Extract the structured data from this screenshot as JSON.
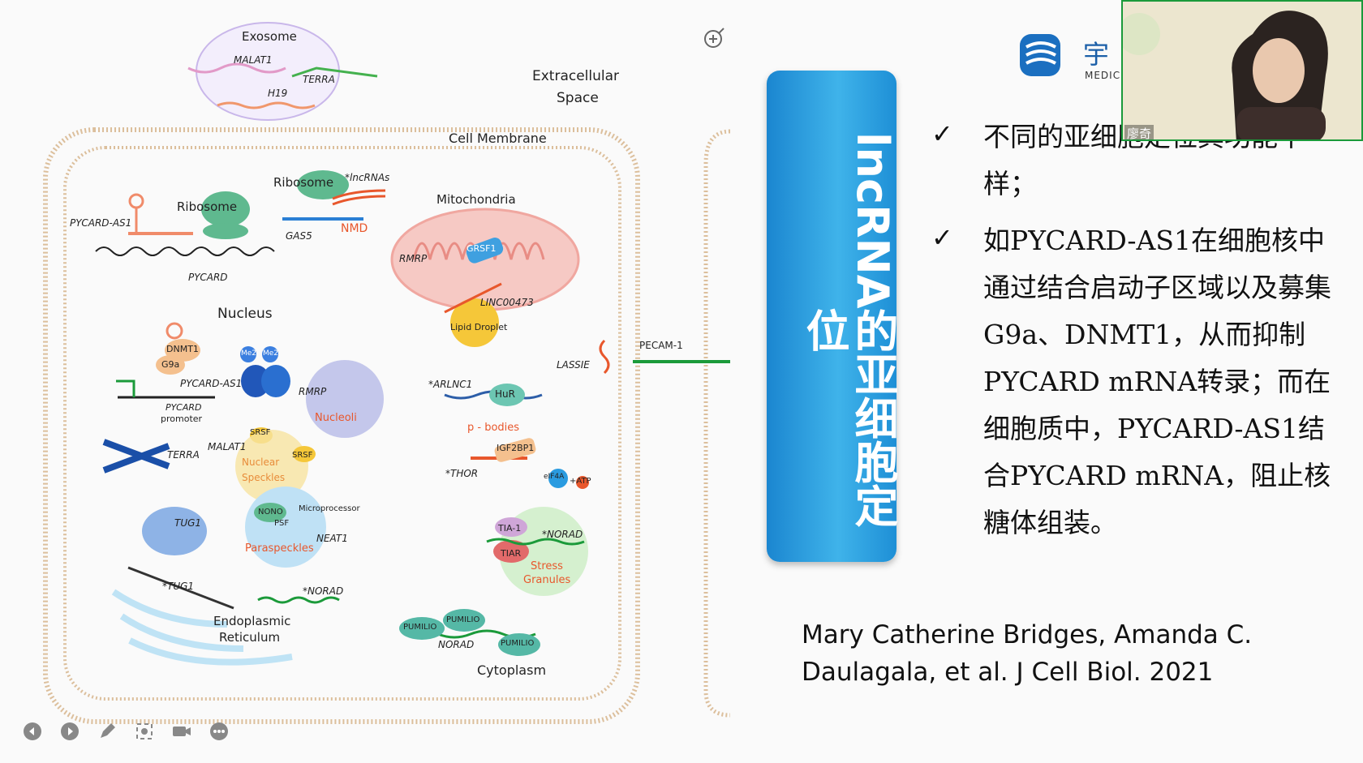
{
  "figure": {
    "exosome": "Exosome",
    "malat1_exo": "MALAT1",
    "terra_exo": "TERRA",
    "h19": "H19",
    "extracellular": "Extracellular",
    "space": "Space",
    "cell_membrane": "Cell Membrane",
    "ribosome_left": "Ribosome",
    "pycard_as1": "PYCARD-AS1",
    "pycard": "PYCARD",
    "ribosome_top": "Ribosome",
    "lncrnas": "*lncRNAs",
    "gas5": "GAS5",
    "nmd": "NMD",
    "mitochondria": "Mitochondria",
    "rmrp_mito": "RMRP",
    "grsf1": "GRSF1",
    "linc00473": "LINC00473",
    "lipid_droplet": "Lipid Droplet",
    "nucleus": "Nucleus",
    "dnmt1": "DNMT1",
    "g9a": "G9a",
    "me2a": "Me2",
    "me2b": "Me2",
    "pycard_as1_nuc": "PYCARD-AS1",
    "pycard_promoter_1": "PYCARD",
    "pycard_promoter_2": "promoter",
    "rmrp_nuc": "RMRP",
    "nucleoli": "Nucleoli",
    "pecam1": "PECAM-1",
    "lassie": "LASSIE",
    "arlnc1": "*ARLNC1",
    "hur": "HuR",
    "p_bodies": "p - bodies",
    "srsf1": "SRSF",
    "malat1_nuc": "MALAT1",
    "srsf2": "SRSF",
    "nuclear": "Nuclear",
    "speckles": "Speckles",
    "terra_nuc": "TERRA",
    "thor": "*THOR",
    "igf2bp1": "IGF2BP1",
    "eif4a": "eIF4A",
    "atp": "+ATP",
    "tug1": "TUG1",
    "nono": "NONO",
    "psf": "PSF",
    "microprocessor": "Microprocessor",
    "neat1": "NEAT1",
    "paraspeckles": "Paraspeckles",
    "tia1": "TIA-1",
    "norad_sg": "*NORAD",
    "tiar": "TIAR",
    "stress": "Stress",
    "granules": "Granules",
    "tug1_er": "*TUG1",
    "norad_er": "*NORAD",
    "endoplasmic": "Endoplasmic",
    "reticulum": "Reticulum",
    "pumilio1": "PUMILIO",
    "pumilio2": "PUMILIO",
    "pumilio3": "PUMILIO",
    "norad_cyto": "NORAD",
    "cytoplasm": "Cytoplasm"
  },
  "title": "lncRNA的亚细胞定位",
  "bullets": [
    {
      "mark": "✓",
      "text": "不同的亚细胞定位其功能不一样；"
    },
    {
      "mark": "✓",
      "text": "如PYCARD-AS1在细胞核中通过结合启动子区域以及募集G9a、DNMT1，从而抑制PYCARD mRNA转录；而在细胞质中，PYCARD-AS1结合PYCARD mRNA，阻止核糖体组装。"
    }
  ],
  "citation": "Mary Catherine Bridges, Amanda C. Daulagala, et al. J Cell Biol. 2021",
  "logo": {
    "char": "宇",
    "sub": "MEDIC"
  },
  "webcam": {
    "name": "廖奇"
  },
  "controls": [
    "prev-icon",
    "next-icon",
    "pen-icon",
    "screenshot-icon",
    "camera-icon",
    "more-icon"
  ],
  "colors": {
    "title_blue": "#2a9be0",
    "membrane": "#d9b38c",
    "webcam_border": "#1a9a3a"
  }
}
